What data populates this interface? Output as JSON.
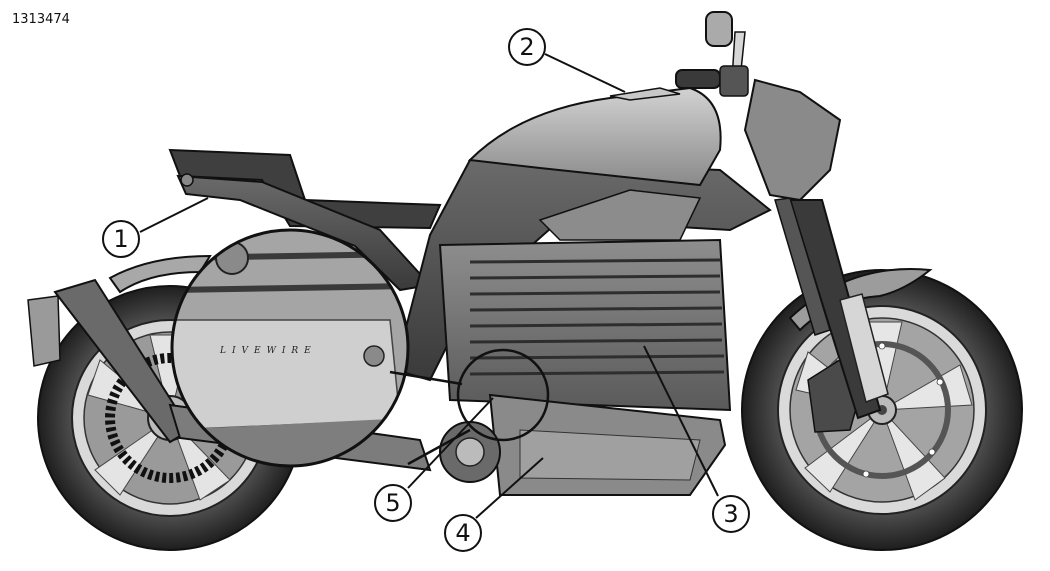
{
  "figure_id": "1313474",
  "magnifier_text": "LIVEWIRE",
  "callouts": [
    {
      "label": "1",
      "target": "rear-subframe"
    },
    {
      "label": "2",
      "target": "charge-port-cover"
    },
    {
      "label": "3",
      "target": "battery-pack"
    },
    {
      "label": "4",
      "target": "drive-unit"
    },
    {
      "label": "5",
      "target": "vin-label-area"
    }
  ],
  "colors": {
    "line": "#111111",
    "tire": "#2e2e2e",
    "body_dark": "#3c3c3c",
    "body_mid": "#7a7a7a",
    "body_light": "#b4b4b4",
    "chrome": "#d6d6d6"
  }
}
